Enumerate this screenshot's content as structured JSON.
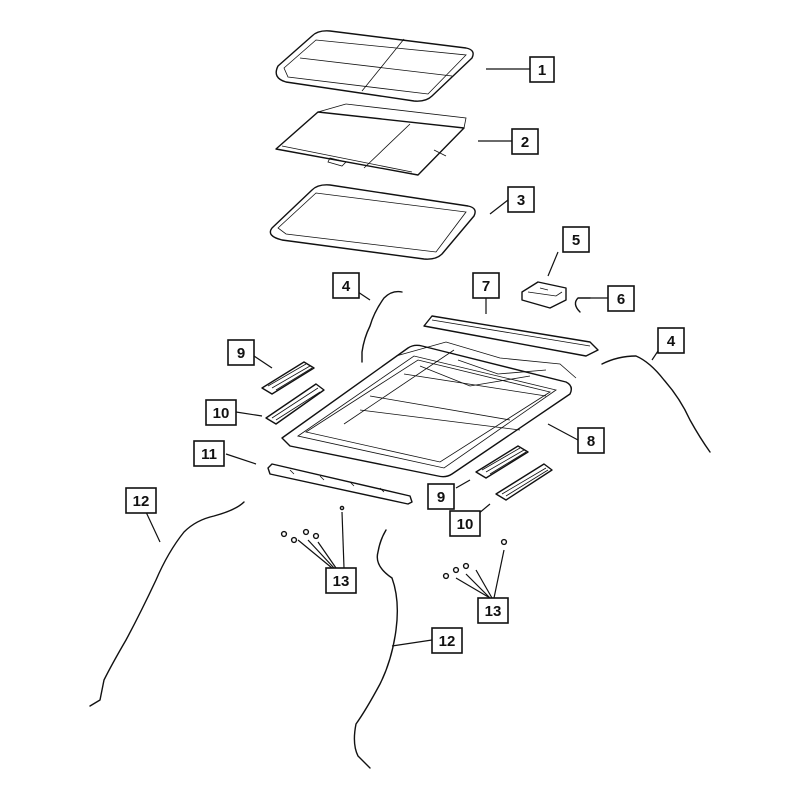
{
  "diagram": {
    "callouts": [
      {
        "label": "1"
      },
      {
        "label": "2"
      },
      {
        "label": "3"
      },
      {
        "label": "4"
      },
      {
        "label": "5"
      },
      {
        "label": "6"
      },
      {
        "label": "7"
      },
      {
        "label": "4"
      },
      {
        "label": "9"
      },
      {
        "label": "10"
      },
      {
        "label": "8"
      },
      {
        "label": "11"
      },
      {
        "label": "9"
      },
      {
        "label": "10"
      },
      {
        "label": "12"
      },
      {
        "label": "13"
      },
      {
        "label": "13"
      },
      {
        "label": "12"
      }
    ]
  }
}
